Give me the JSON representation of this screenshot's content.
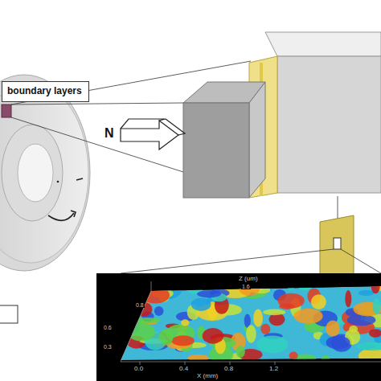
{
  "diagram": {
    "nodes": [
      {
        "text": [
          "boundary layers"
        ]
      }
    ],
    "labels": [
      "N",
      "Z (um)",
      "1.6",
      "0.8",
      "0.6",
      "0.3",
      "0.0",
      "0.4",
      "0.8",
      "1.2",
      "X (mm)"
    ]
  }
}
